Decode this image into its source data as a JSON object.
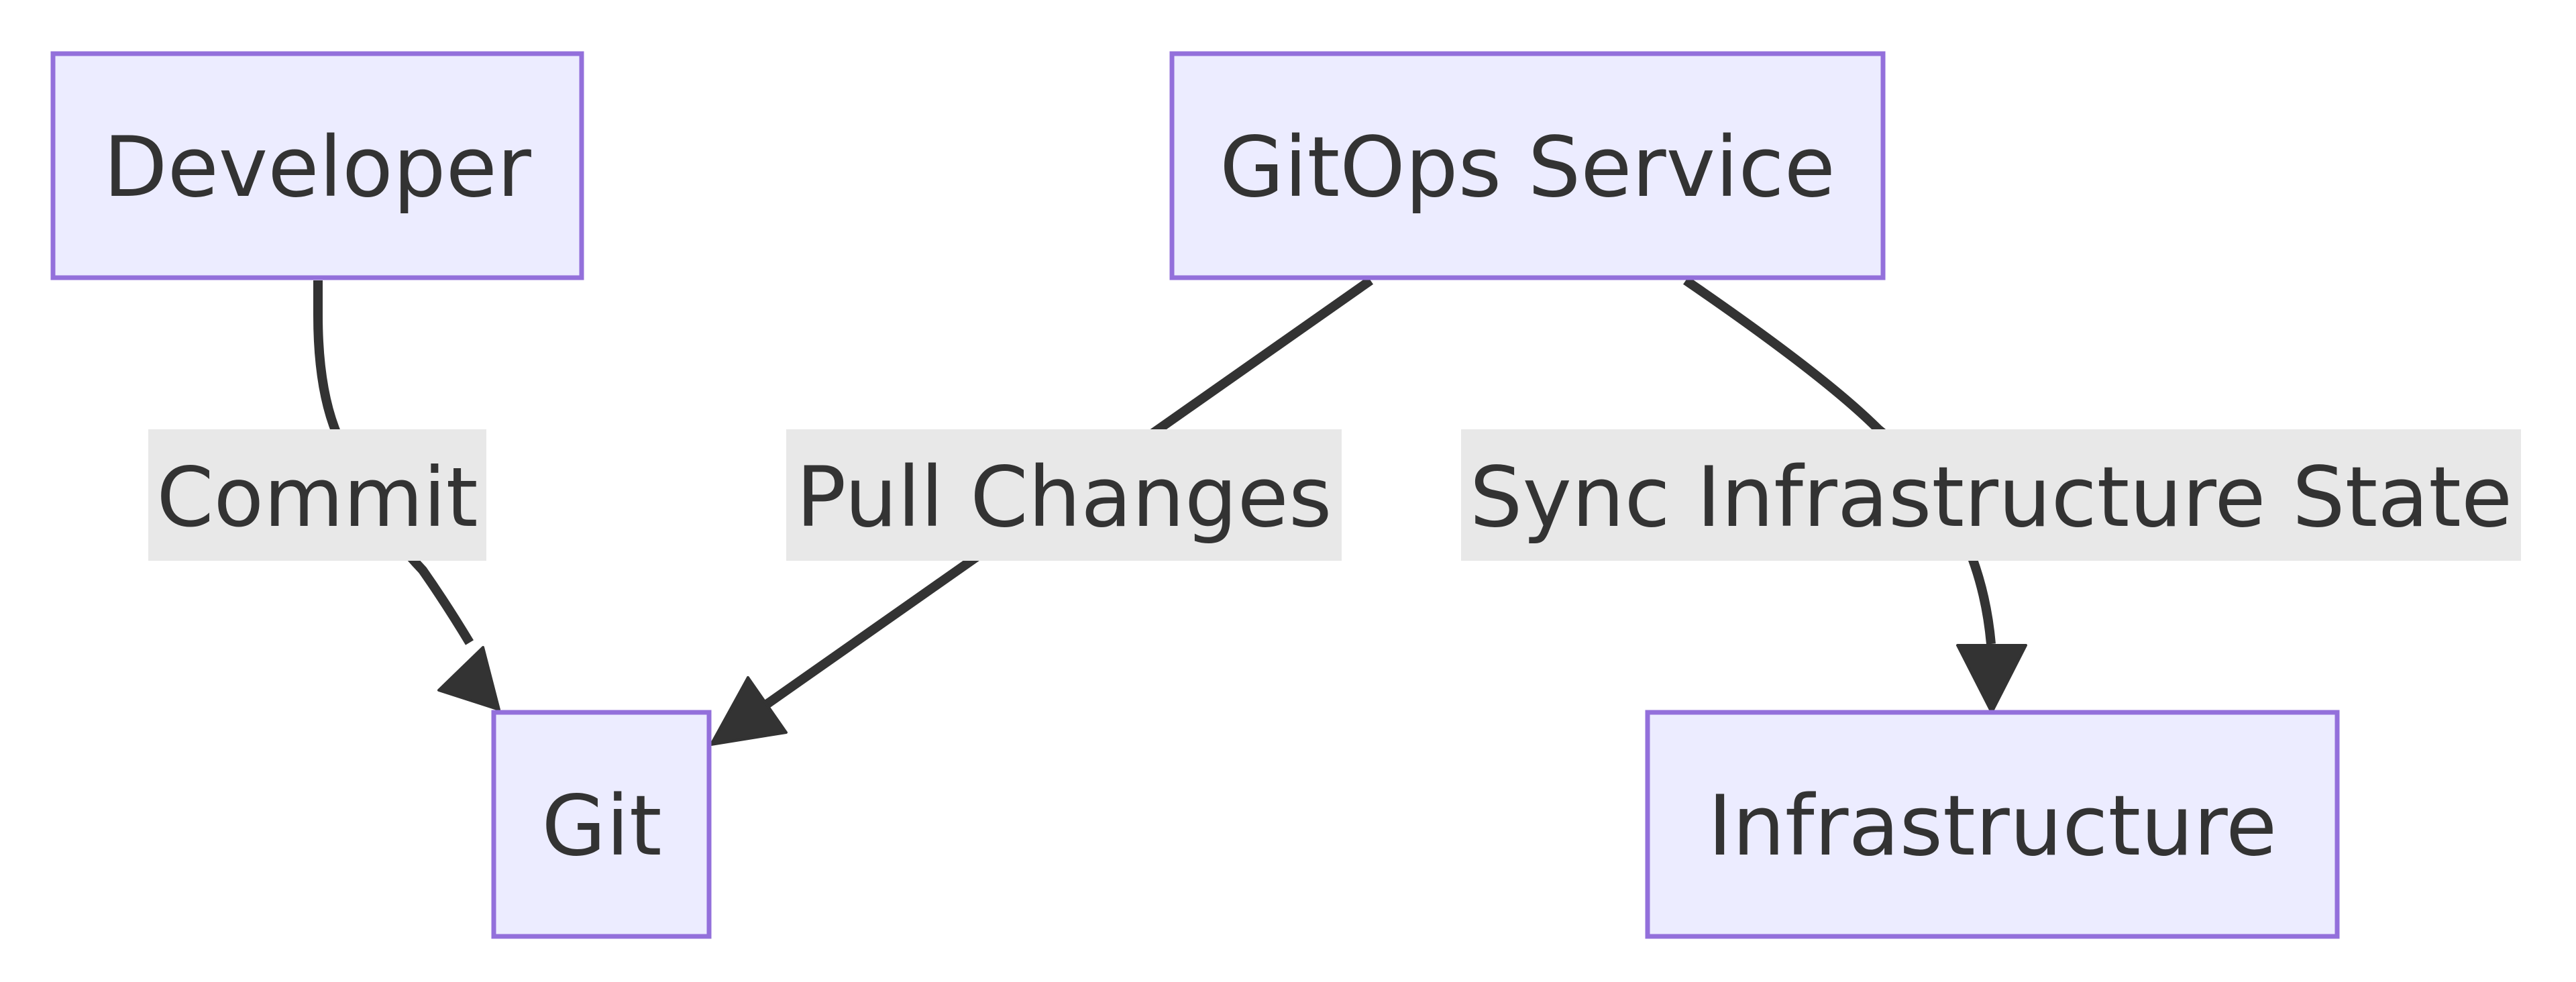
{
  "diagram": {
    "nodes": {
      "developer": "Developer",
      "gitops": "GitOps Service",
      "git": "Git",
      "infrastructure": "Infrastructure"
    },
    "edges": {
      "commit": "Commit",
      "pull": "Pull Changes",
      "sync": "Sync Infrastructure State"
    },
    "colors": {
      "node_fill": "#ECECFF",
      "node_stroke": "#9370DB",
      "edge": "#333333",
      "label_background": "#E8E8E8",
      "text": "#333333"
    }
  }
}
